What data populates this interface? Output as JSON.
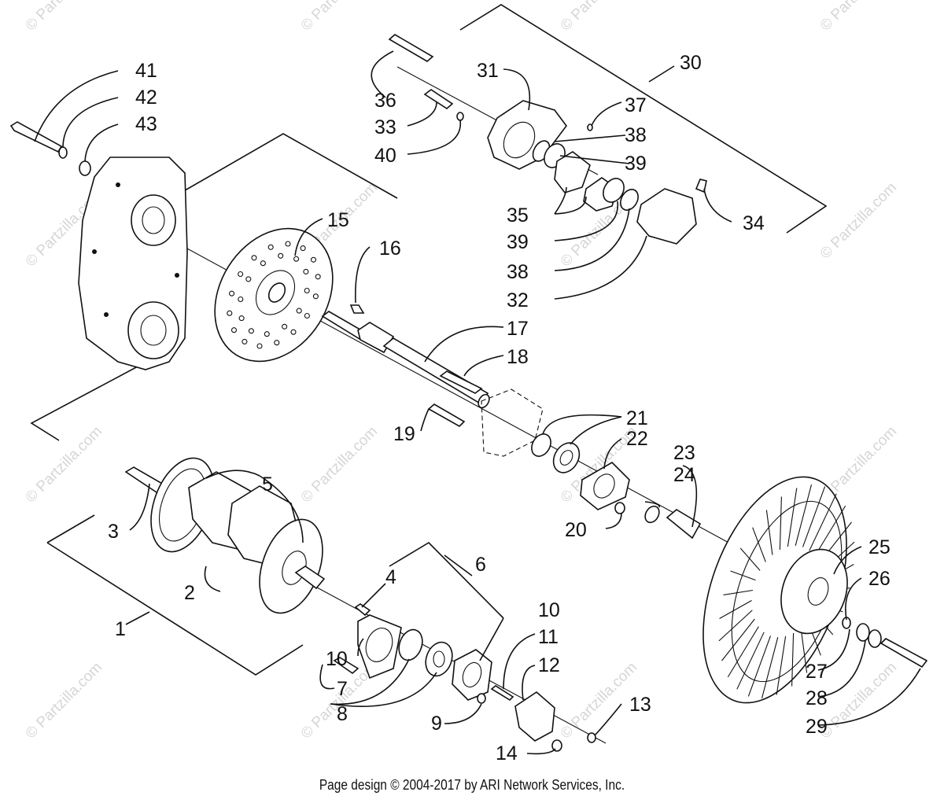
{
  "watermark": "© Partzilla.com",
  "footer": "Page design © 2004-2017 by ARI Network Services, Inc.",
  "callouts": [
    "41",
    "42",
    "43",
    "36",
    "31",
    "30",
    "33",
    "37",
    "38",
    "40",
    "39",
    "35",
    "34",
    "15",
    "16",
    "39",
    "38",
    "32",
    "17",
    "18",
    "21",
    "19",
    "22",
    "23",
    "24",
    "5",
    "3",
    "20",
    "25",
    "26",
    "6",
    "4",
    "10",
    "2",
    "11",
    "1",
    "12",
    "10",
    "7",
    "8",
    "13",
    "27",
    "28",
    "9",
    "29",
    "14"
  ]
}
